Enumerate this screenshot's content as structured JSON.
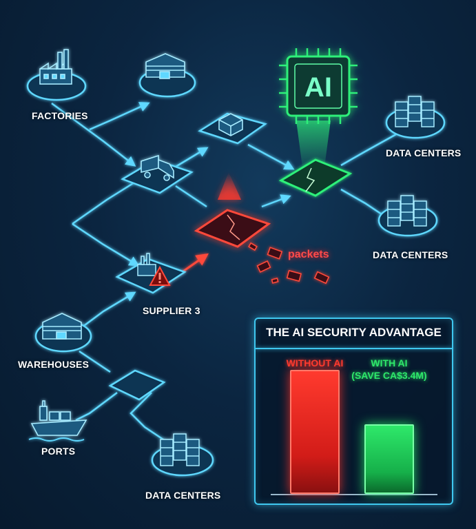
{
  "labels": {
    "factories": "FACTORIES",
    "data_centers_top": "DATA CENTERS",
    "data_centers_mid": "DATA CENTERS",
    "data_centers_bottom": "DATA CENTERS",
    "supplier": "SUPPLIER 3",
    "warehouses": "WAREHOUSES",
    "ports": "PORTS",
    "packets": "packets",
    "ai_chip": "AI"
  },
  "colors": {
    "network": "#3fc8f0",
    "ai": "#2ef07a",
    "threat": "#ff3a2e"
  },
  "panel": {
    "title": "THE AI SECURITY ADVANTAGE"
  },
  "chart_data": {
    "type": "bar",
    "title": "THE AI SECURITY ADVANTAGE",
    "categories": [
      "WITHOUT AI",
      "WITH AI"
    ],
    "category_sublabels": [
      "",
      "(SAVE CA$3.4M)"
    ],
    "values": [
      100,
      56
    ],
    "colors": [
      "#ff3a2e",
      "#2ee86a"
    ],
    "ylim": [
      0,
      110
    ],
    "grid": false,
    "xlabel": "",
    "ylabel": ""
  }
}
